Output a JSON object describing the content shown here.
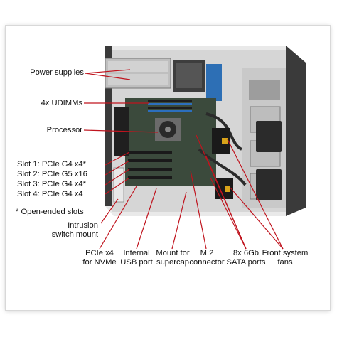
{
  "labels": {
    "power_supplies": "Power supplies",
    "udimms": "4x UDIMMs",
    "processor": "Processor",
    "slot1": "Slot 1: PCIe G4 x4*",
    "slot2": "Slot 2: PCIe G5 x16",
    "slot3": "Slot 3: PCIe G4 x4*",
    "slot4": "Slot 4: PCIe G4 x4",
    "open_ended": "* Open-ended slots",
    "intrusion_1": "Intrusion",
    "intrusion_2": "switch mount",
    "pcie_nvme_1": "PCIe x4",
    "pcie_nvme_2": "for NVMe",
    "usb_1": "Internal",
    "usb_2": "USB port",
    "supercap_1": "Mount for",
    "supercap_2": "supercap",
    "m2_1": "M.2",
    "m2_2": "connector",
    "sata_1": "8x 6Gb",
    "sata_2": "SATA ports",
    "fans_1": "Front system",
    "fans_2": "fans"
  },
  "colors": {
    "callout_line": "#c0141e",
    "chassis_dark": "#2e2e2e",
    "chassis_light": "#d9d9d9",
    "board": "#3b4a3c",
    "blue_part": "#2d6fb5"
  }
}
